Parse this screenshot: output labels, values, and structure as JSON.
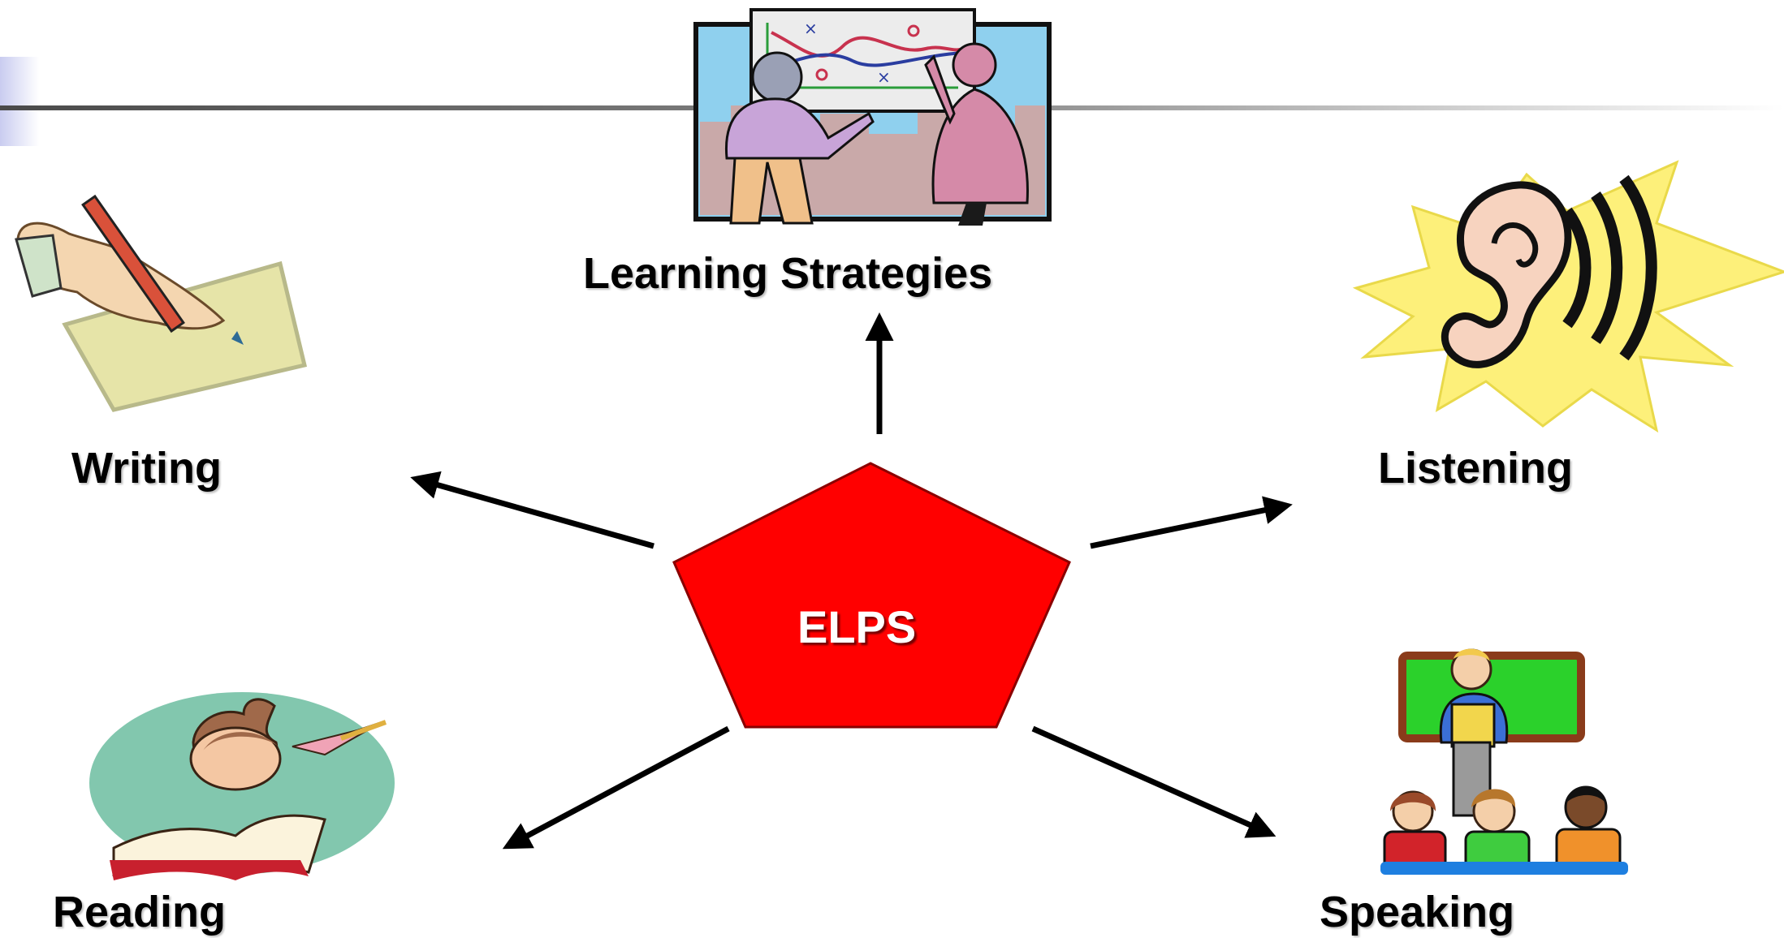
{
  "center": {
    "label": "ELPS",
    "fill_color": "#ff0000"
  },
  "nodes": {
    "learning_strategies": {
      "label": "Learning Strategies",
      "icon": "presentation-chart-icon"
    },
    "writing": {
      "label": "Writing",
      "icon": "hand-writing-pen-icon"
    },
    "listening": {
      "label": "Listening",
      "icon": "ear-sound-waves-icon"
    },
    "reading": {
      "label": "Reading",
      "icon": "girl-reading-book-icon"
    },
    "speaking": {
      "label": "Speaking",
      "icon": "student-presenting-icon"
    }
  },
  "colors": {
    "arrow": "#000000",
    "text": "#000000",
    "center_text": "#ffffff",
    "header_rule": "#555555"
  }
}
